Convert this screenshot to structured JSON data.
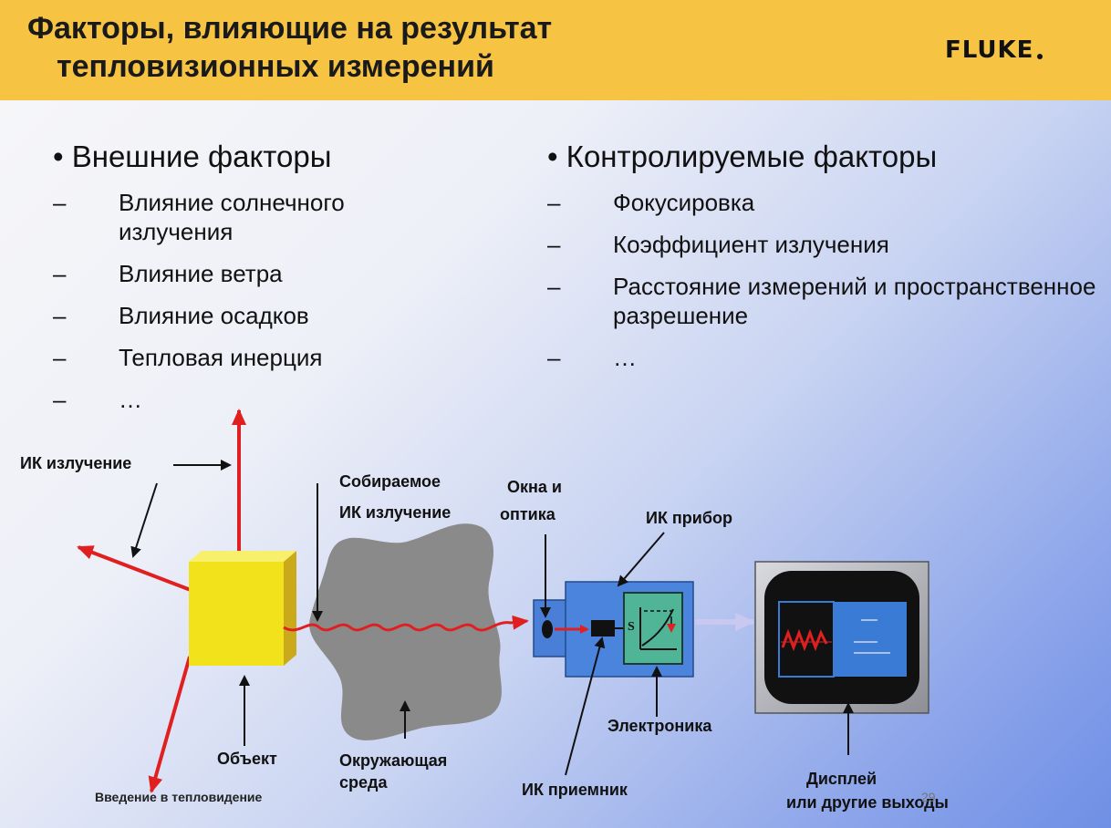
{
  "title": {
    "line1": "Факторы, влияющие на результат",
    "line2": "тепловизионных измерений"
  },
  "logo": {
    "text": "FLUKE"
  },
  "left": {
    "heading": "• Внешние факторы",
    "dash": "–",
    "items": [
      "Влияние солнечного излучения",
      "Влияние ветра",
      "Влияние осадков",
      "Тепловая инерция",
      "…"
    ]
  },
  "right": {
    "heading": "• Контролируемые факторы",
    "dash": "–",
    "items": [
      "Фокусировка",
      "Коэффициент излучения",
      "Расстояние измерений и пространственное разрешение",
      "…"
    ]
  },
  "diagram": {
    "labels": {
      "ir_radiation": "ИК излучение",
      "collected_line1": "Собираемое",
      "collected_line2": "ИК излучение",
      "windows_line1": "Окна и",
      "windows_line2": "оптика",
      "ir_device": "ИК прибор",
      "electronics": "Электроника",
      "object": "Объект",
      "environment_line1": "Окружающая",
      "environment_line2": "среда",
      "ir_receiver": "ИК приемник",
      "display_line1": "Дисплей",
      "display_line2": "или другие выходы",
      "course": "Введение в тепловидение",
      "page_number": "29"
    },
    "colors": {
      "ray": "#e02020",
      "object": "#f2e21c",
      "cloud": "#8a8a8a",
      "device": "#3c78d8",
      "display_screen": "#3a7bd5"
    }
  }
}
